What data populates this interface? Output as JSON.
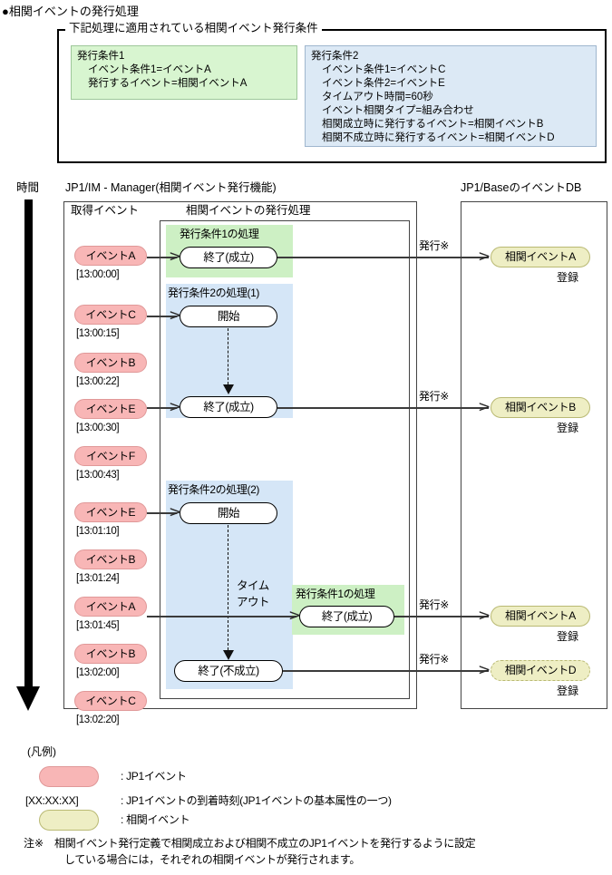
{
  "title": "●相関イベントの発行処理",
  "condition_group": {
    "legend": "下記処理に適用されている相関イベント発行条件",
    "box1": {
      "heading": "発行条件1",
      "lines": [
        "イベント条件1=イベントA",
        "発行するイベント=相関イベントA"
      ]
    },
    "box2": {
      "heading": "発行条件2",
      "lines": [
        "イベント条件1=イベントC",
        "イベント条件2=イベントE",
        "タイムアウト時間=60秒",
        "イベント相関タイプ=組み合わせ",
        "相関成立時に発行するイベント=相関イベントB",
        "相関不成立時に発行するイベント=相関イベントD"
      ]
    }
  },
  "columns": {
    "time_label": "時間",
    "manager_label": "JP1/IM - Manager(相関イベント発行機能)",
    "db_label": "JP1/BaseのイベントDB",
    "acquired_events_label": "取得イベント",
    "issue_processing_label": "相関イベントの発行処理"
  },
  "events": [
    {
      "name": "イベントA",
      "time": "[13:00:00]"
    },
    {
      "name": "イベントC",
      "time": "[13:00:15]"
    },
    {
      "name": "イベントB",
      "time": "[13:00:22]"
    },
    {
      "name": "イベントE",
      "time": "[13:00:30]"
    },
    {
      "name": "イベントF",
      "time": "[13:00:43]"
    },
    {
      "name": "イベントE",
      "time": "[13:01:10]"
    },
    {
      "name": "イベントB",
      "time": "[13:01:24]"
    },
    {
      "name": "イベントA",
      "time": "[13:01:45]"
    },
    {
      "name": "イベントB",
      "time": "[13:02:00]"
    },
    {
      "name": "イベントC",
      "time": "[13:02:20]"
    }
  ],
  "processes": {
    "p1": {
      "title": "発行条件1の処理",
      "end_node": "終了(成立)"
    },
    "p2a": {
      "title": "発行条件2の処理(1)",
      "start_node": "開始",
      "end_node": "終了(成立)"
    },
    "p2b": {
      "title": "発行条件2の処理(2)",
      "start_node": "開始",
      "end_node": "終了(不成立)",
      "timeout_label_line1": "タイム",
      "timeout_label_line2": "アウト"
    },
    "p3": {
      "title": "発行条件1の処理",
      "end_node": "終了(成立)"
    }
  },
  "issue_arrows": [
    {
      "label": "発行※"
    },
    {
      "label": "発行※"
    },
    {
      "label": "発行※"
    },
    {
      "label": "発行※"
    }
  ],
  "correlation_events": [
    {
      "name": "相関イベントA",
      "registered": "登録",
      "dashed": false
    },
    {
      "name": "相関イベントB",
      "registered": "登録",
      "dashed": false
    },
    {
      "name": "相関イベントA",
      "registered": "登録",
      "dashed": false
    },
    {
      "name": "相関イベントD",
      "registered": "登録",
      "dashed": true
    }
  ],
  "legend": {
    "title": "(凡例)",
    "rows": [
      {
        "key": "",
        "text": ": JP1イベント"
      },
      {
        "key": "[XX:XX:XX]",
        "text": ": JP1イベントの到着時刻(JP1イベントの基本属性の一つ)"
      },
      {
        "key": "",
        "text": ": 相関イベント"
      }
    ]
  },
  "note": {
    "mark": "注※",
    "line1": "相関イベント発行定義で相関成立および相関不成立のJP1イベントを発行するように設定",
    "line2": "している場合には，それぞれの相関イベントが発行されます。"
  },
  "colors": {
    "jp1_event": "#f8b6b6",
    "correlation_event": "#eeeec4",
    "process_green": "#cdf0c4",
    "process_blue": "#d5e6f7",
    "cond_box1": "#d8f5d0",
    "cond_box2": "#dce9f5",
    "line": "#3b3b3b"
  }
}
